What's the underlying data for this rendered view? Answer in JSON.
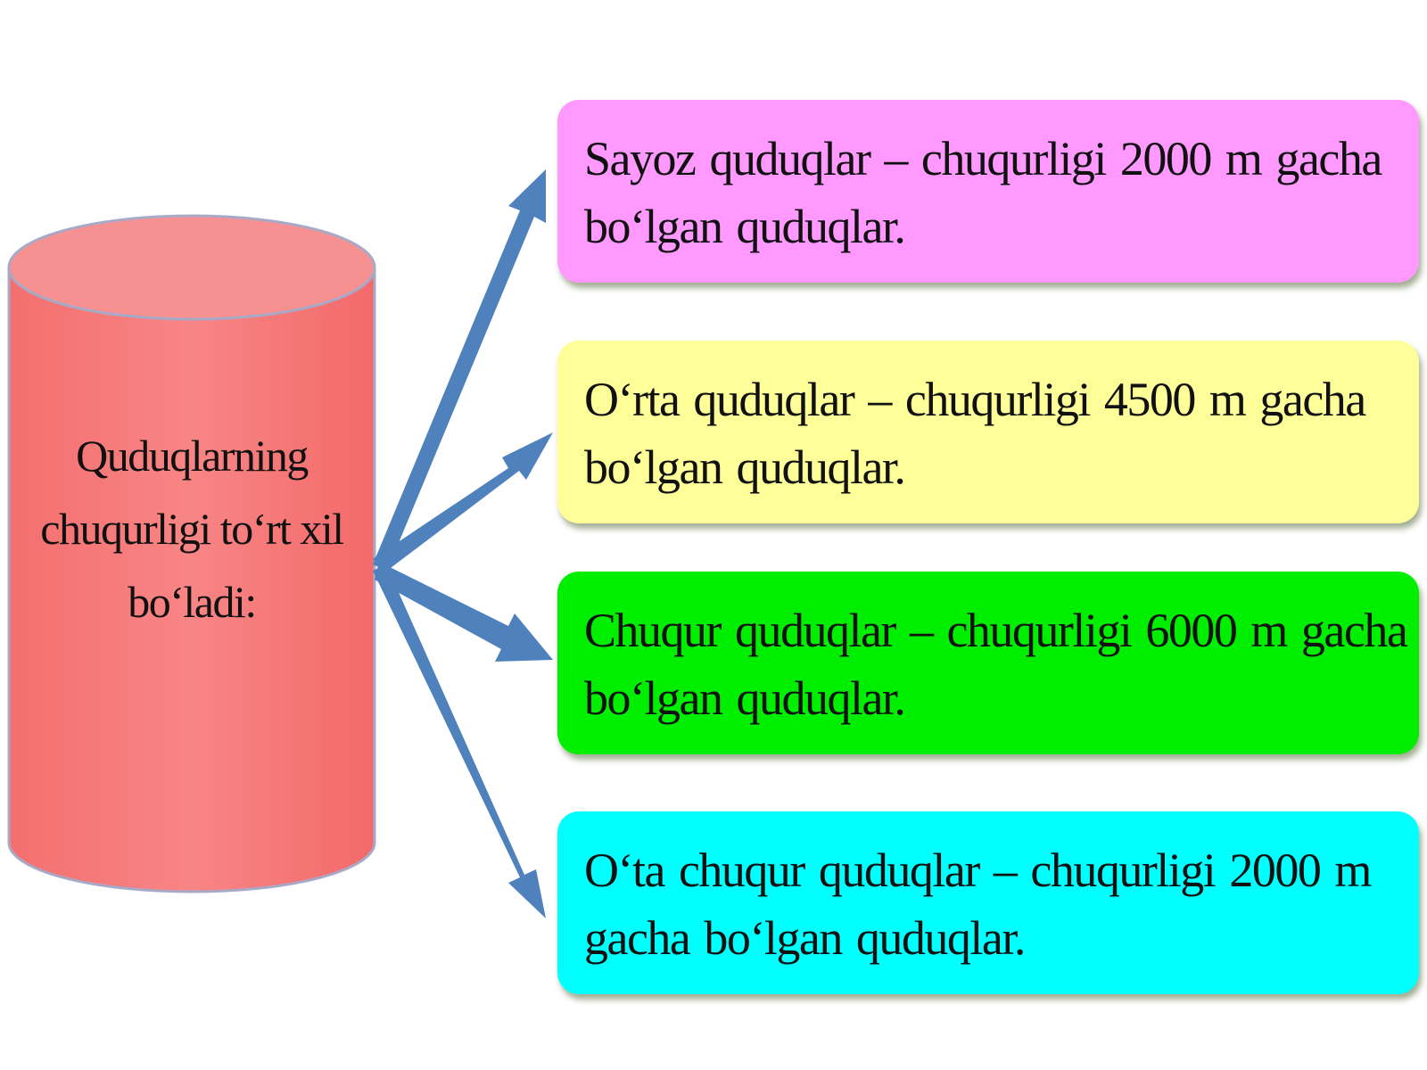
{
  "cylinder": {
    "label_lines": [
      "Quduqlarning",
      "chuqurligi  to‘rt xil",
      "bo‘ladi:"
    ],
    "color": "#f47a7a"
  },
  "arrow_color": "#4f81bd",
  "boxes": [
    {
      "line1": "Sayoz quduqlar  –  chuqurligi  2000  m gacha",
      "line2": "bo‘lgan quduqlar.",
      "color": "#ff99ff"
    },
    {
      "line1": "O‘rta quduqlar  –  chuqurligi  4500  m gacha",
      "line2": "bo‘lgan quduqlar.",
      "color": "#ffff99"
    },
    {
      "line1": "Chuqur quduqlar  –  chuqurligi  6000  m gacha",
      "line2": "bo‘lgan quduqlar.",
      "color": "#00ee00"
    },
    {
      "line1": "O‘ta chuqur  quduqlar  –  chuqurligi  2000  m",
      "line2": "gacha bo‘lgan quduqlar.",
      "color": "#00ffff"
    }
  ]
}
